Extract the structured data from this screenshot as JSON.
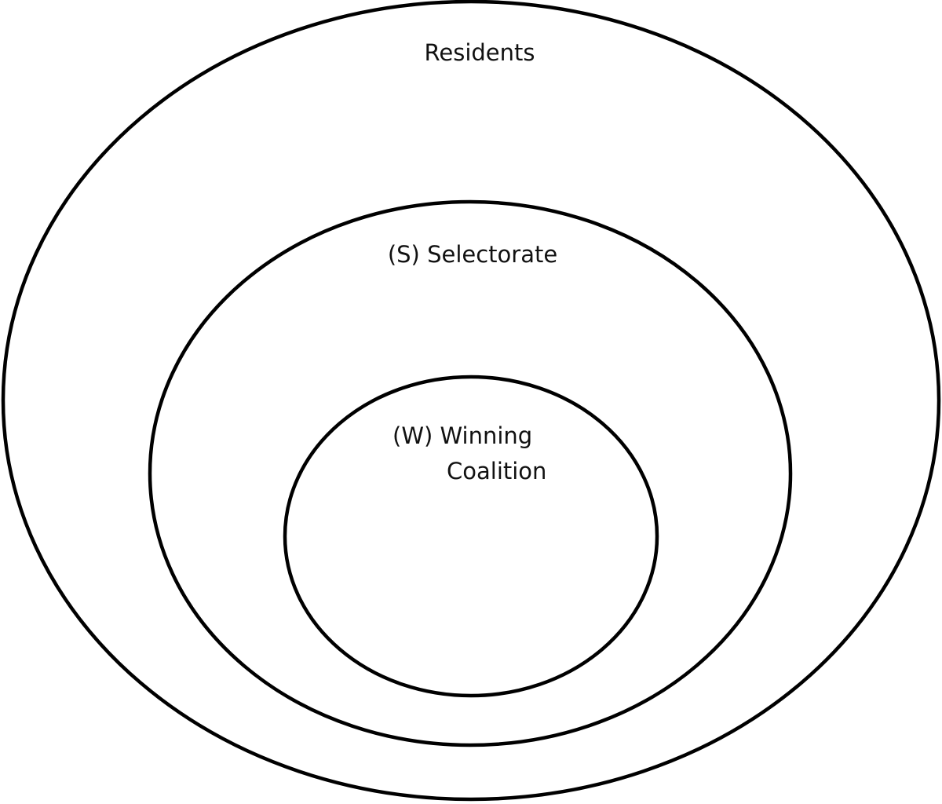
{
  "diagram": {
    "outer_label": "Residents",
    "middle_label": "(S) Selectorate",
    "inner_label_line1": "(W) Winning",
    "inner_label_line2": "Coalition",
    "stroke_color": "#000000",
    "background_color": "#ffffff"
  }
}
